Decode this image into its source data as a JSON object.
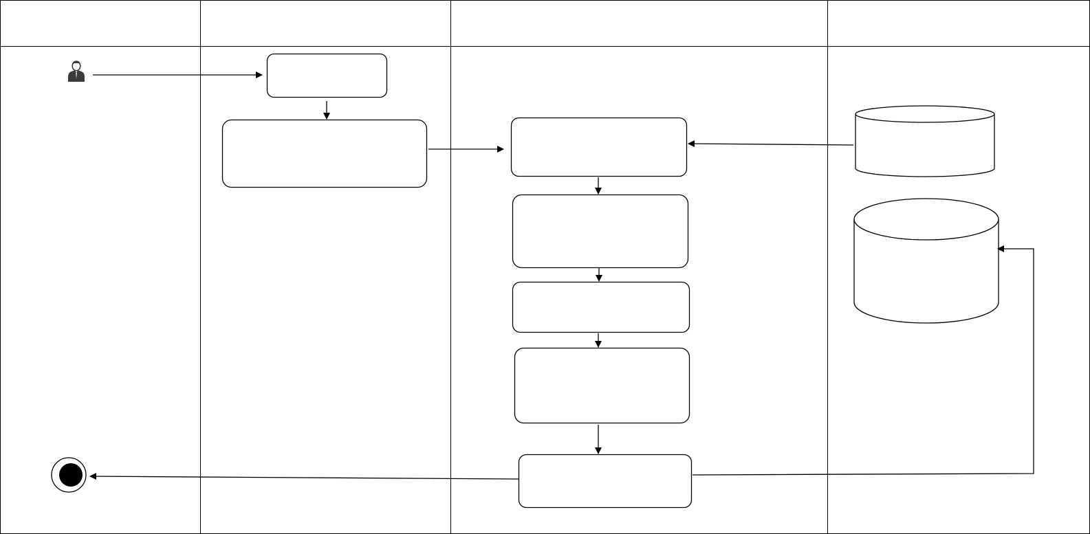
{
  "swimlanes": [
    {
      "id": "lane-1",
      "title": ""
    },
    {
      "id": "lane-2",
      "title": ""
    },
    {
      "id": "lane-3",
      "title": ""
    },
    {
      "id": "lane-4",
      "title": ""
    }
  ],
  "nodes": {
    "user": {
      "icon": "user-icon"
    },
    "box1": {
      "label": ""
    },
    "box2": {
      "label": ""
    },
    "box3": {
      "label": ""
    },
    "box4": {
      "label": ""
    },
    "box5": {
      "label": ""
    },
    "box6": {
      "label": ""
    },
    "box7": {
      "label": ""
    },
    "db_small": {
      "label": ""
    },
    "db_large": {
      "label": ""
    },
    "end": {
      "icon": "final-state-icon"
    }
  },
  "colors": {
    "stroke": "#000000",
    "fill": "#ffffff"
  }
}
